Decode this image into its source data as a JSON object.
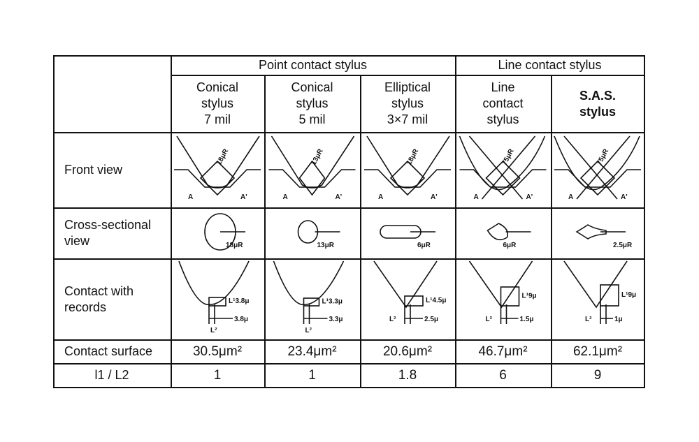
{
  "groups": [
    {
      "label": "Point contact stylus"
    },
    {
      "label": "Line contact stylus"
    }
  ],
  "columns": [
    {
      "label": "Conical\nstylus\n7 mil",
      "bold": false
    },
    {
      "label": "Conical\nstylus\n5 mil",
      "bold": false
    },
    {
      "label": "Elliptical\nstylus\n3×7 mil",
      "bold": false
    },
    {
      "label": "Line\ncontact\nstylus",
      "bold": false
    },
    {
      "label": "S.A.S.\nstylus",
      "bold": true
    }
  ],
  "rows": {
    "front_view": "Front view",
    "cross_section": "Cross-sectional\nview",
    "contact": "Contact with\nrecords",
    "surface": "Contact surface",
    "ratio": "l1 / L2"
  },
  "front_labels": {
    "a": "A",
    "a_prime": "A'"
  },
  "front_radius": [
    "18μR",
    "13μR",
    "18μR",
    "75μR",
    "75μR"
  ],
  "cross_radius": [
    "18μR",
    "13μR",
    "6μR",
    "6μR",
    "2.5μR"
  ],
  "contact_l1": [
    "L¹3.8μ",
    "L¹3.3μ",
    "L¹4.5μ",
    "L¹9μ",
    "L¹9μ"
  ],
  "contact_l2_label": "L²",
  "contact_l2": [
    "3.8μ",
    "3.3μ",
    "2.5μ",
    "1.5μ",
    "1μ"
  ],
  "surface": [
    "30.5μm²",
    "23.4μm²",
    "20.6μm²",
    "46.7μm²",
    "62.1μm²"
  ],
  "ratio": [
    "1",
    "1",
    "1.8",
    "6",
    "9"
  ]
}
